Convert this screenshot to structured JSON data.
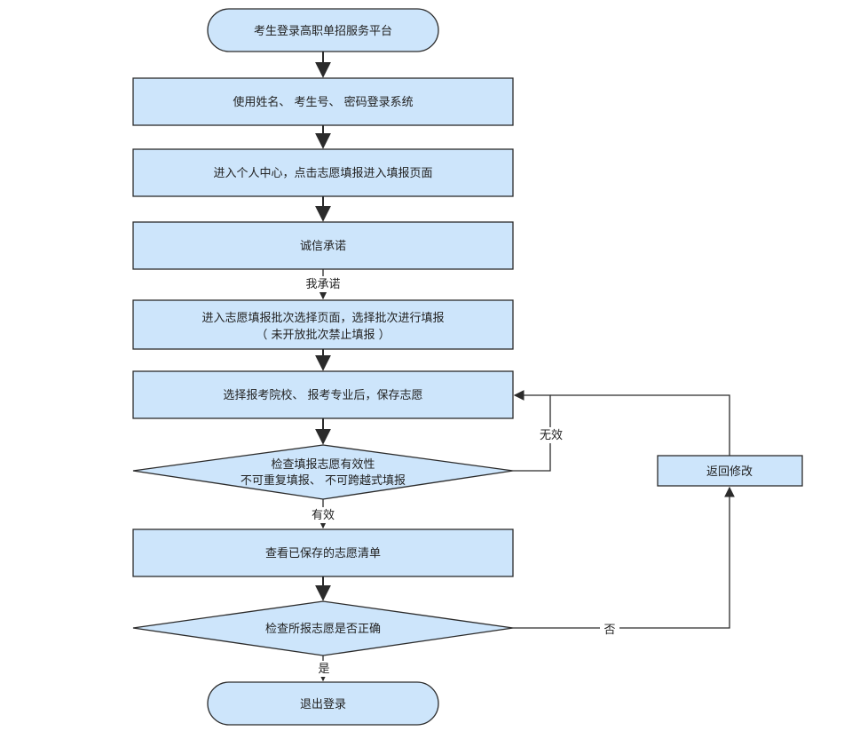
{
  "flowchart": {
    "start": "考生登录高职单招服务平台",
    "step1": "使用姓名、 考生号、 密码登录系统",
    "step2": "进入个人中心，点击志愿填报进入填报页面",
    "step3": "诚信承诺",
    "step4_line1": "进入志愿填报批次选择页面，选择批次进行填报",
    "step4_line2": "（ 未开放批次禁止填报 ）",
    "step5": "选择报考院校、 报考专业后，保存志愿",
    "decision1_line1": "检查填报志愿有效性",
    "decision1_line2": "不可重复填报、 不可跨越式填报",
    "step6": "查看已保存的志愿清单",
    "decision2": "检查所报志愿是否正确",
    "end": "退出登录",
    "return_box": "返回修改",
    "labels": {
      "promise": "我承诺",
      "invalid": "无效",
      "valid": "有效",
      "no": "否",
      "yes": "是"
    }
  },
  "colors": {
    "fill": "#cde5fb",
    "stroke": "#2b2b2b",
    "arrow": "#2b2b2b"
  }
}
